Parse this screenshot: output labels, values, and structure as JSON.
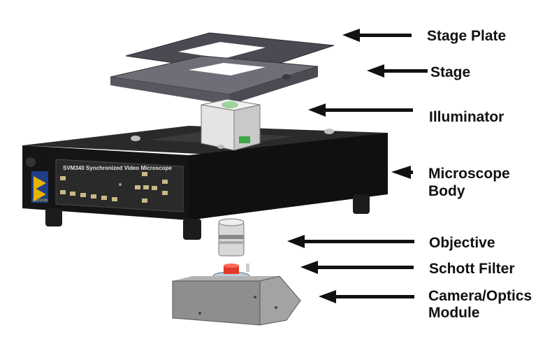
{
  "labels": {
    "stage_plate": "Stage Plate",
    "stage": "Stage",
    "illuminator": "Illuminator",
    "body_line1": "Microscope",
    "body_line2": "Body",
    "objective": "Objective",
    "schott_filter": "Schott Filter",
    "camera_line1": "Camera/Optics",
    "camera_line2": "Module"
  },
  "panel": {
    "title": "SVM340 Synchronized Video Microscope",
    "brand": "LabSmith"
  },
  "colors": {
    "body": "#151515",
    "stage": "#6d6e78",
    "stage_plate": "#4a4a52",
    "panel": "#2a2a2a",
    "module": "#8e8e8e",
    "filter_red": "#e23a2a",
    "arrow": "#111111"
  }
}
